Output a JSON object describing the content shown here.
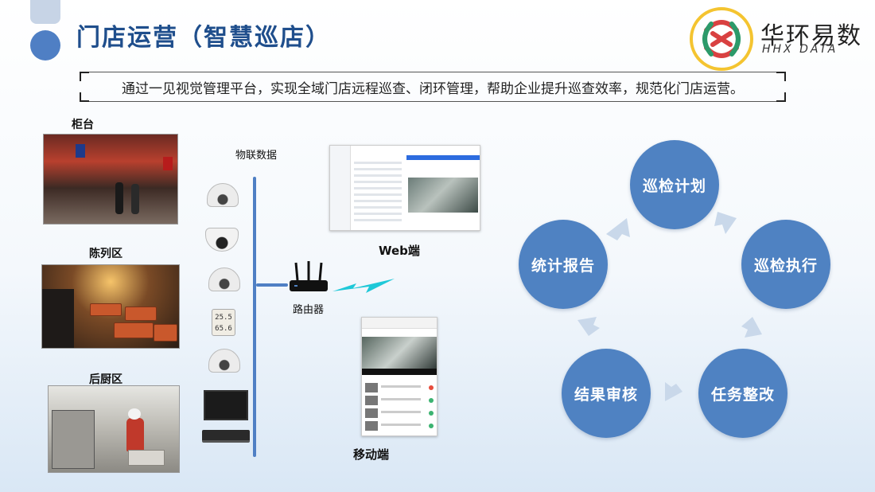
{
  "header": {
    "title": "门店运营（智慧巡店）",
    "logo_cn": "华环易数",
    "logo_en": "HHX DATA"
  },
  "subtitle": "通过一见视觉管理平台，实现全域门店远程巡查、闭环管理，帮助企业提升巡查效率，规范化门店运营。",
  "areas": {
    "counter": "柜台",
    "display": "陈列区",
    "kitchen": "后厨区"
  },
  "iot_label": "物联数据",
  "sensor_readout": [
    "25.5",
    "65.6"
  ],
  "router_label": "路由器",
  "web_label": "Web端",
  "mobile_label": "移动端",
  "cycle": {
    "plan": "巡检计划",
    "execute": "巡检执行",
    "rectify": "任务整改",
    "review": "结果审核",
    "report": "统计报告"
  },
  "colors": {
    "accent": "#4f82c2",
    "title": "#1f4e8c",
    "signal": "#1ec8d8"
  }
}
